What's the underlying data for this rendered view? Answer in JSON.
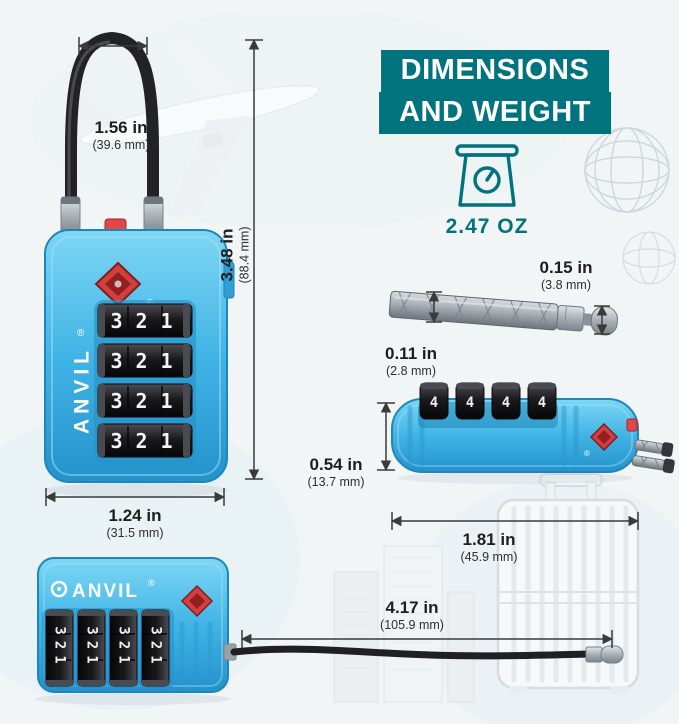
{
  "banner": {
    "line1": "DIMENSIONS",
    "line2": "AND WEIGHT"
  },
  "weight": {
    "label": "2.47 OZ"
  },
  "lock": {
    "brand": "ANVIL",
    "registered": "®",
    "dial_value": "321",
    "side_dial_value": "321",
    "top_dial_digit": "4"
  },
  "dims": {
    "loop_in": "1.56 in",
    "loop_mm": "(39.6 mm)",
    "height_in": "3.48 in",
    "height_mm": "(88.4 mm)",
    "width_in": "1.24 in",
    "width_mm": "(31.5 mm)",
    "tip_in": "0.15 in",
    "tip_mm": "(3.8 mm)",
    "cable_in": "0.11 in",
    "cable_mm": "(2.8 mm)",
    "thick_in": "0.54 in",
    "thick_mm": "(13.7 mm)",
    "length_in": "1.81 in",
    "length_mm": "(45.9 mm)",
    "cablelen_in": "4.17 in",
    "cablelen_mm": "(105.9 mm)"
  },
  "colors": {
    "teal": "#00737F",
    "lock_blue": "#41B4E6",
    "accent_red": "#D23F3F",
    "dial_black": "#1B1B1F"
  }
}
